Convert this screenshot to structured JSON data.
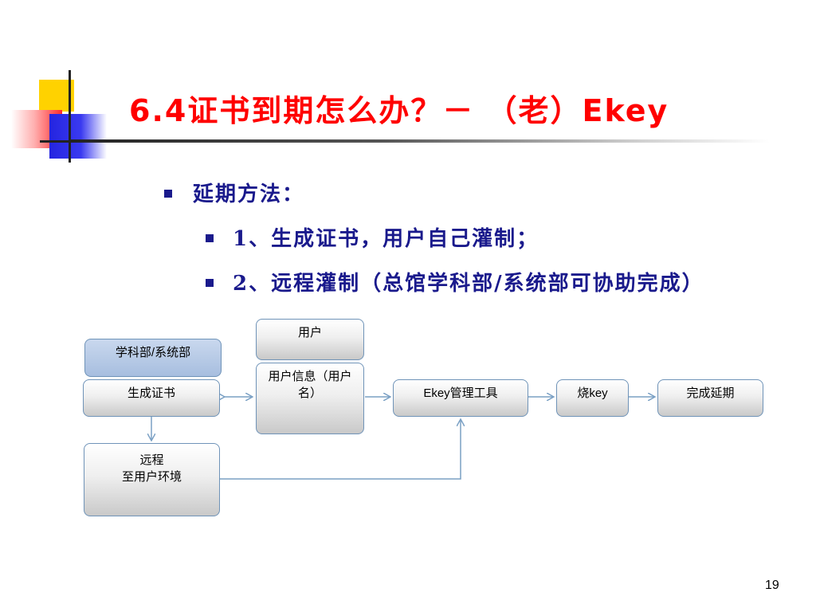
{
  "slide": {
    "title": "6.4证书到期怎么办？－ （老）Ekey",
    "bullets": {
      "main": "延期方法：",
      "sub1": "1、生成证书，用户自己灌制；",
      "sub2": "2、远程灌制（总馆学科部/系统部可协助完成）"
    },
    "page_number": "19"
  },
  "diagram": {
    "subject_dept": "学科部/系统部",
    "generate_cert": "生成证书",
    "remote_line1": "远程",
    "remote_line2": "至用户环境",
    "user": "用户",
    "user_info": "用户信息（用户名）",
    "ekey_tool": "Ekey管理工具",
    "burn_key": "烧key",
    "complete": "完成延期"
  },
  "colors": {
    "title": "#ff0000",
    "bullet_text": "#1a1a8c",
    "box_border": "#6f93b8",
    "arrow": "#7aa0c4"
  }
}
